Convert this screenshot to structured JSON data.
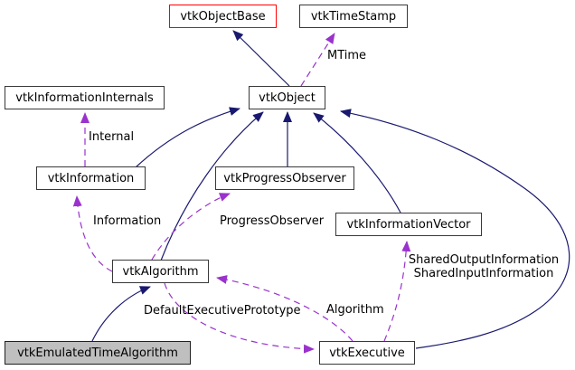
{
  "diagram": {
    "colors": {
      "inheritance": "#191970",
      "usage": "#9a32cd",
      "truncated": "#ff0000",
      "main_fill": "#bfbfbf"
    },
    "nodes": {
      "object_base": {
        "label": "vtkObjectBase"
      },
      "time_stamp": {
        "label": "vtkTimeStamp"
      },
      "information_internals": {
        "label": "vtkInformationInternals"
      },
      "object": {
        "label": "vtkObject"
      },
      "information": {
        "label": "vtkInformation"
      },
      "progress_observer": {
        "label": "vtkProgressObserver"
      },
      "information_vector": {
        "label": "vtkInformationVector"
      },
      "algorithm": {
        "label": "vtkAlgorithm"
      },
      "emulated_time_algorithm": {
        "label": "vtkEmulatedTimeAlgorithm"
      },
      "executive": {
        "label": "vtkExecutive"
      }
    },
    "edge_labels": {
      "mtime": "MTime",
      "internal": "Internal",
      "information": "Information",
      "progress_observer": "ProgressObserver",
      "shared_output_information": "SharedOutputInformation",
      "shared_input_information": "SharedInputInformation",
      "default_executive_prototype": "DefaultExecutivePrototype",
      "algorithm": "Algorithm"
    }
  }
}
